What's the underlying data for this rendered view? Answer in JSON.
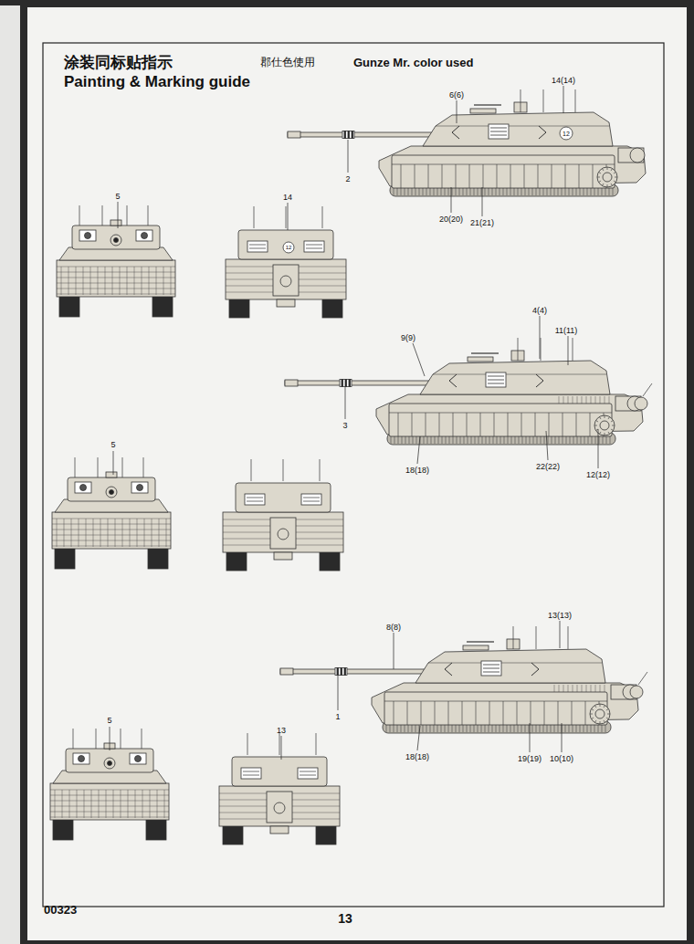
{
  "diagram": {
    "title": "涂装同标贴指示",
    "labels": [
      "Painting & Marking guide",
      "郡仕色使用",
      "Gunze Mr. color used",
      "6(6)",
      "14(14)",
      "12",
      "2",
      "20(20)",
      "21(21)",
      "5",
      "14",
      "12",
      "4(4)",
      "9(9)",
      "11(11)",
      "3",
      "18(18)",
      "22(22)",
      "12(12)",
      "5",
      "8(8)",
      "13(13)",
      "1",
      "18(18)",
      "19(19)",
      "10(10)",
      "5",
      "13",
      "00323",
      "13"
    ]
  }
}
